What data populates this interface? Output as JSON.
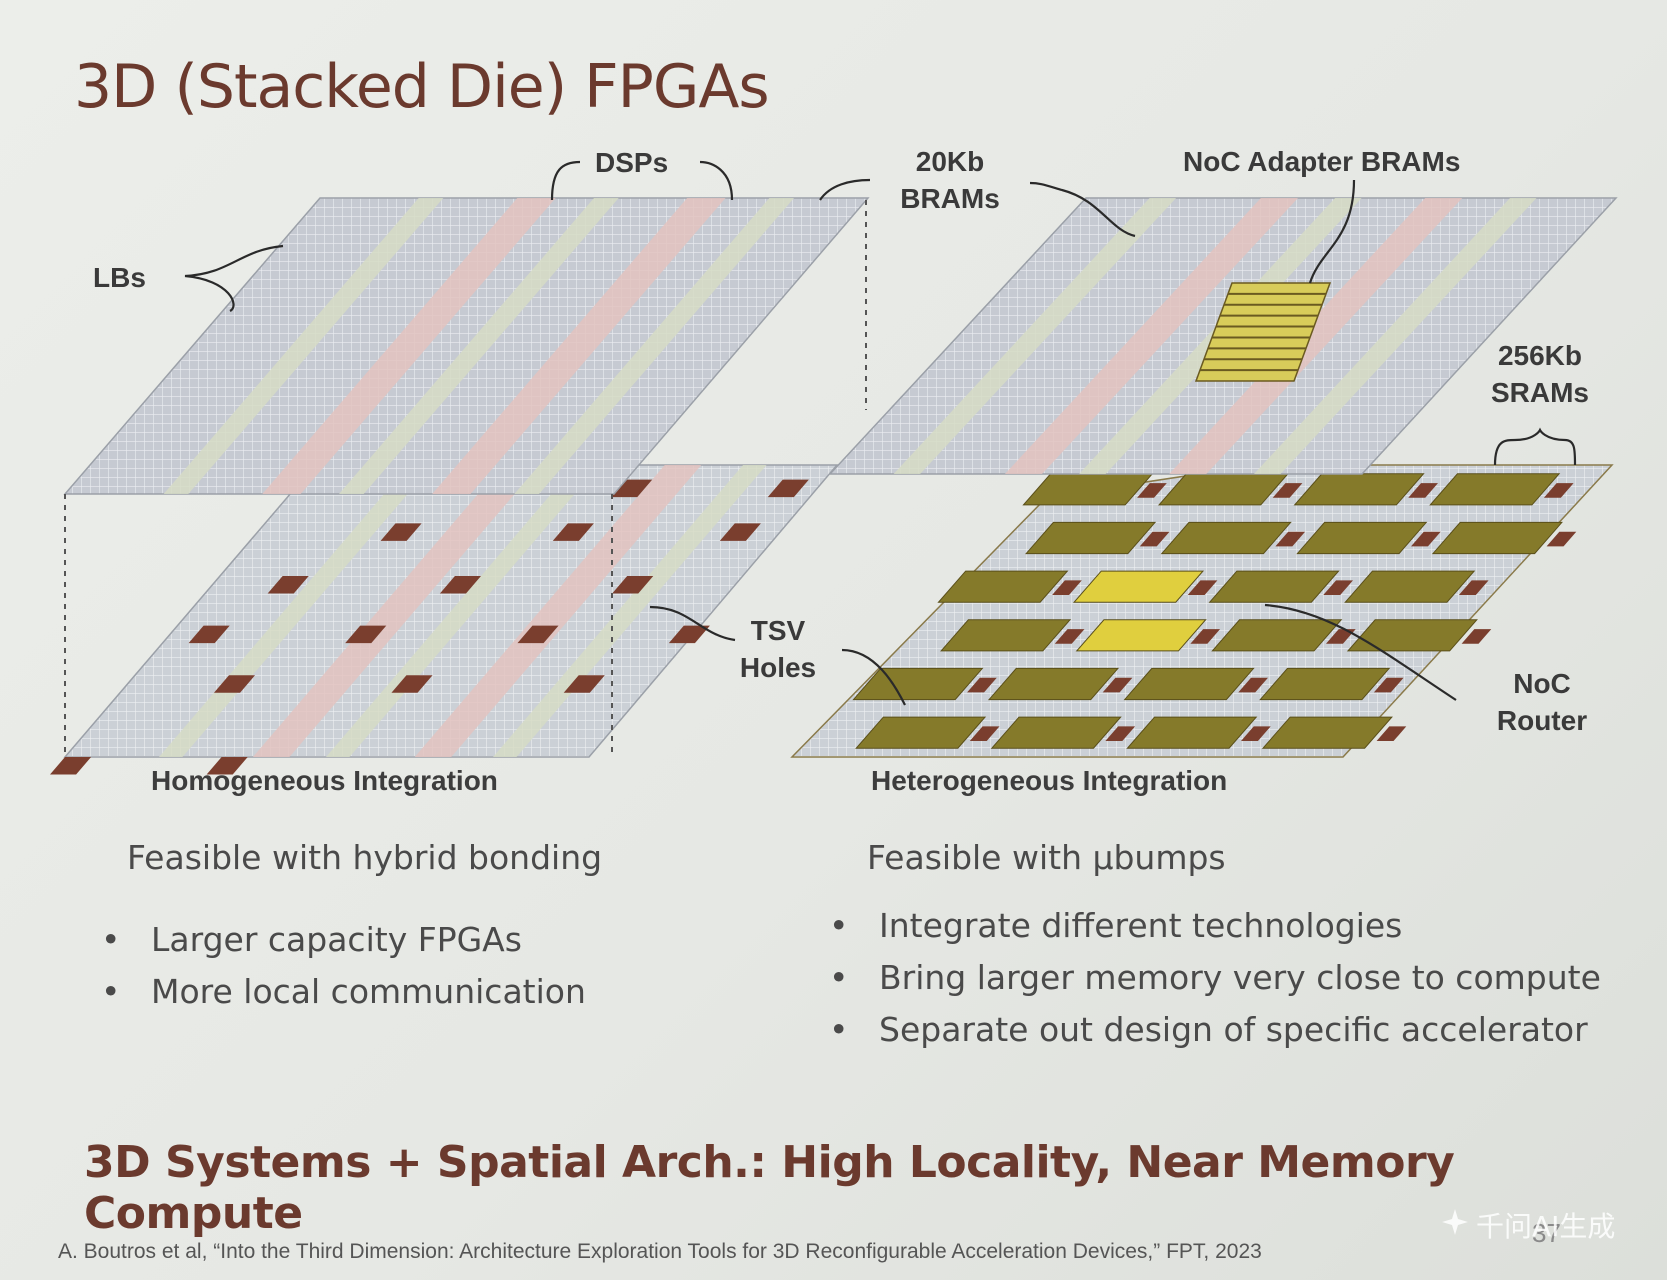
{
  "slide": {
    "title": "3D (Stacked Die) FPGAs",
    "takeaway": "3D Systems + Spatial Arch.: High Locality, Near Memory Compute",
    "citation": "A. Boutros et al, “Into the Third Dimension: Architecture Exploration Tools for 3D Reconfigurable Acceleration Devices,” FPT, 2023",
    "page_number": "37"
  },
  "diagram": {
    "labels": {
      "dsps": "DSPs",
      "lbs": "LBs",
      "brams_20kb_line1": "20Kb",
      "brams_20kb_line2": "BRAMs",
      "noc_adapter": "NoC Adapter BRAMs",
      "srams_line1": "256Kb",
      "srams_line2": "SRAMs",
      "tsv_line1": "TSV",
      "tsv_line2": "Holes",
      "noc_router_line1": "NoC",
      "noc_router_line2": "Router"
    },
    "colors": {
      "grid_fill": "#c6cad2",
      "grid_line": "#e8eaee",
      "dsp_column": "#e3c3c0",
      "bram_column": "#d6dcc6",
      "tsv_hole": "#7a3e2e",
      "sram_block": "#857a2a",
      "noc_router": "#7a3e2e",
      "noc_highlight": "#e0cf3e",
      "accent_title": "#6b3a2e"
    }
  },
  "left": {
    "caption": "Homogeneous Integration",
    "feasible": "Feasible with hybrid bonding",
    "bullets": [
      "Larger capacity FPGAs",
      "More local communication"
    ]
  },
  "right": {
    "caption": "Heterogeneous Integration",
    "feasible": "Feasible with μbumps",
    "bullets": [
      "Integrate different technologies",
      "Bring larger memory very close to compute",
      "Separate out design of specific accelerator"
    ]
  },
  "watermark": {
    "text": "千问AI生成",
    "icon": "sparkle-logo-icon"
  }
}
